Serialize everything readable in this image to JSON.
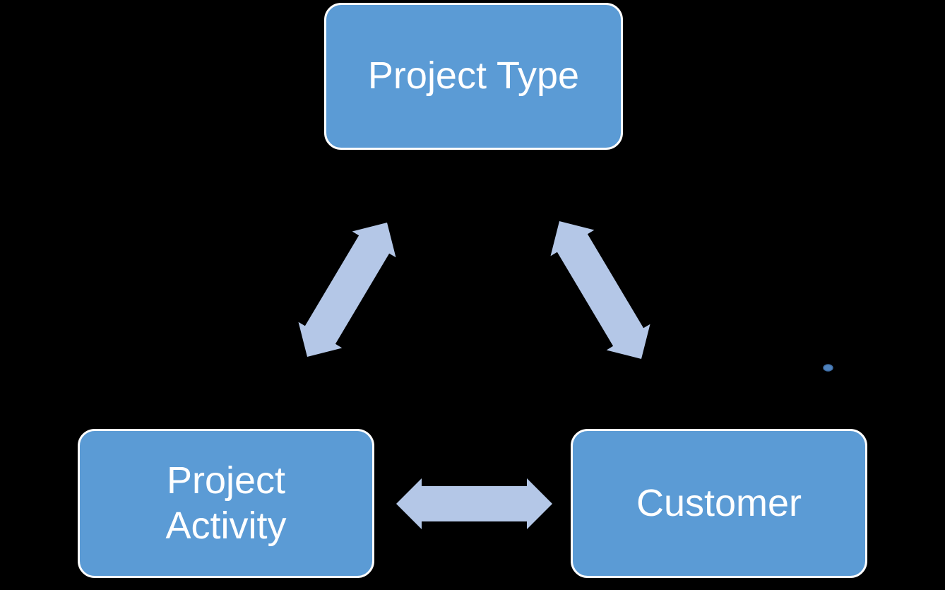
{
  "diagram": {
    "background_color": "#000000",
    "colors": {
      "node_fill": "#5B9BD5",
      "node_border": "#FFFFFF",
      "node_text": "#FFFFFF",
      "arrow_fill": "#B4C7E7",
      "stray_dot_fill": "#4E82BD",
      "stray_dot_stroke": "#3F6EA6"
    },
    "nodes": [
      {
        "id": "project-type",
        "label": "Project Type"
      },
      {
        "id": "project-activity",
        "label": "Project Activity"
      },
      {
        "id": "customer",
        "label": "Customer"
      }
    ],
    "connections": [
      {
        "from": "project-type",
        "to": "project-activity",
        "type": "double-arrow"
      },
      {
        "from": "project-type",
        "to": "customer",
        "type": "double-arrow"
      },
      {
        "from": "project-activity",
        "to": "customer",
        "type": "double-arrow"
      }
    ]
  }
}
